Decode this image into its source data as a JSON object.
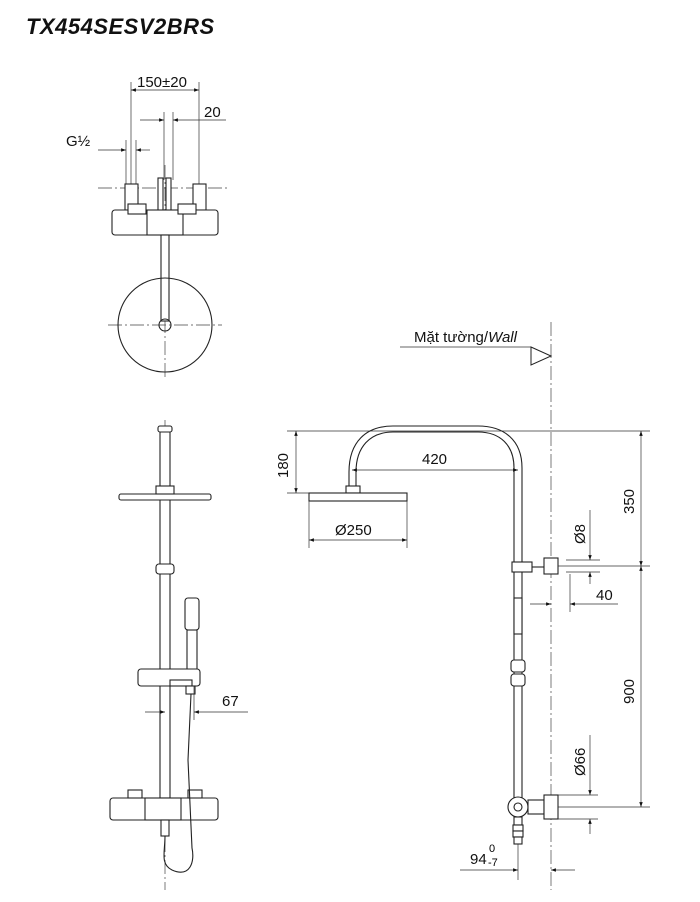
{
  "title": "TX454SESV2BRS",
  "labels": {
    "wall_prefix": "Mặt tường/",
    "wall_suffix": "Wall",
    "dim_150": "150±20",
    "dim_20": "20",
    "dim_g12": "G½",
    "dim_67": "67",
    "dim_180": "180",
    "dim_420": "420",
    "dim_250": "Ø250",
    "dim_350": "350",
    "dim_d8": "Ø8",
    "dim_40": "40",
    "dim_900": "900",
    "dim_d66": "Ø66",
    "dim_94": "94",
    "dim_94_sup": "0",
    "dim_94_sub": "-7"
  }
}
